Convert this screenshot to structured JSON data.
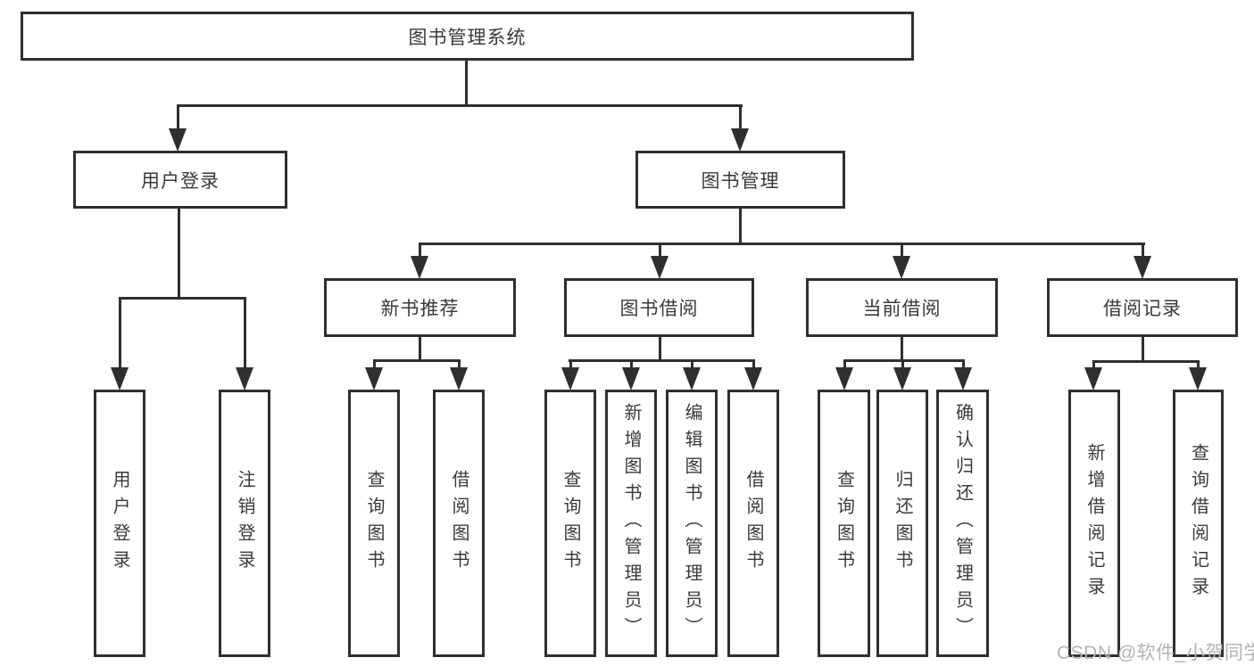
{
  "nodes": {
    "root": "图书管理系统",
    "user_login": "用户登录",
    "book_mgmt": "图书管理",
    "new_books": "新书推荐",
    "book_borrow": "图书借阅",
    "current_borrow": "当前借阅",
    "borrow_records": "借阅记录",
    "leaf_user_login": "用户登录",
    "leaf_logout": "注销登录",
    "nb_query_books": "查询图书",
    "nb_borrow_books": "借阅图书",
    "bb_query_books": "查询图书",
    "bb_add_books": "新增图书（管理员）",
    "bb_edit_books": "编辑图书（管理员）",
    "bb_borrow_books": "借阅图书",
    "cb_query_books": "查询图书",
    "cb_return_books": "归还图书",
    "cb_confirm_return": "确认归还（管理员）",
    "br_add_record": "新增借阅记录",
    "br_query_record": "查询借阅记录"
  },
  "watermark": "CSDN @软件_小贺同学",
  "colors": {
    "line": "#2f2f2f",
    "text": "#3a3a3a",
    "watermark": "#b0b3b8"
  }
}
